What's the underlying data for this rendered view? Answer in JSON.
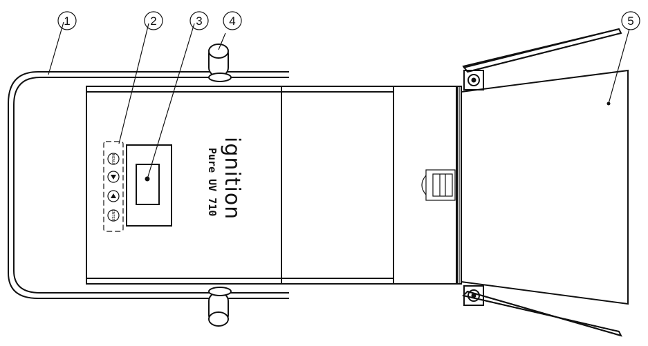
{
  "device": {
    "brand": "ignition",
    "model": "Pure UV 710"
  },
  "control_panel": {
    "buttons": [
      "MENU",
      "▼",
      "▲",
      "ENTER"
    ]
  },
  "callouts": [
    "1",
    "2",
    "3",
    "4",
    "5"
  ],
  "colors": {
    "line": "#111111",
    "background": "#ffffff"
  }
}
